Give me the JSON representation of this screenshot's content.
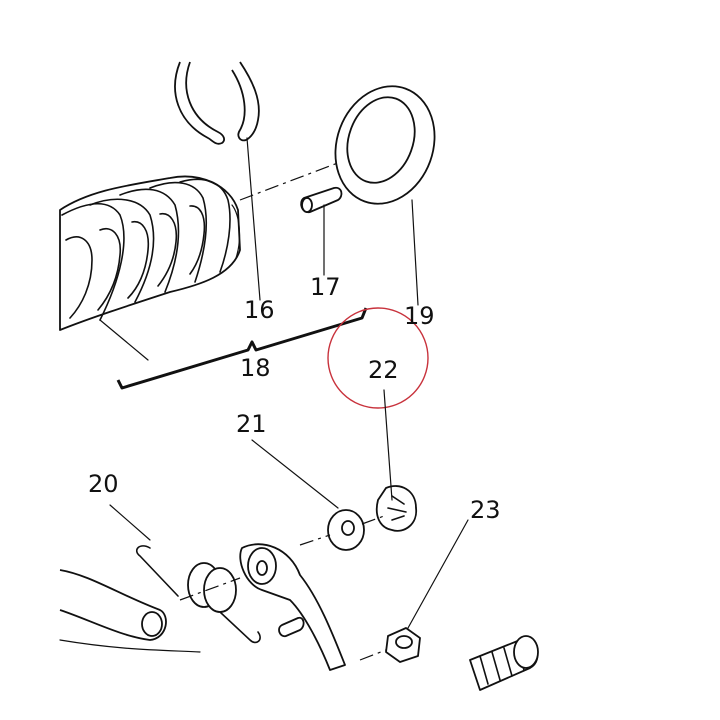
{
  "diagram": {
    "callouts": [
      {
        "id": "16",
        "label": "16"
      },
      {
        "id": "17",
        "label": "17"
      },
      {
        "id": "18",
        "label": "18"
      },
      {
        "id": "19",
        "label": "19"
      },
      {
        "id": "20",
        "label": "20"
      },
      {
        "id": "21",
        "label": "21"
      },
      {
        "id": "22",
        "label": "22"
      },
      {
        "id": "23",
        "label": "23"
      }
    ],
    "highlight_color": "#c8323c",
    "line_color": "#111111"
  }
}
